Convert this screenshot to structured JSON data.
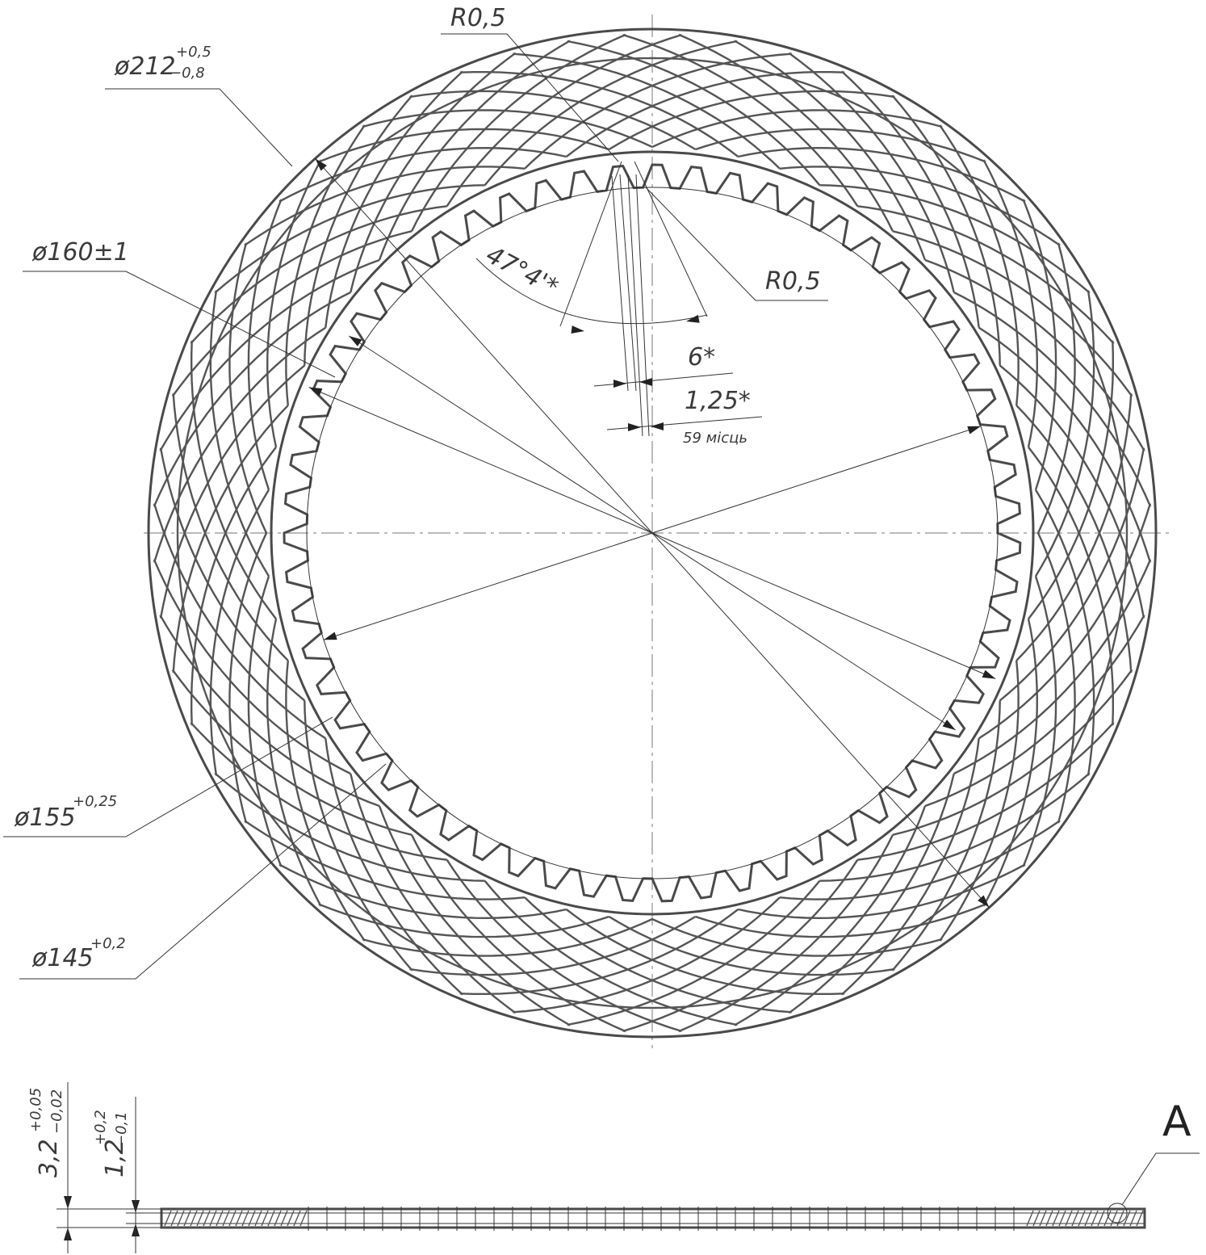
{
  "drawing": {
    "spline_count": 59,
    "dimensions": {
      "radius_top": "R0,5",
      "radius_right": "R0,5",
      "outer_diameter": {
        "base": "ø212",
        "upper": "+0,5",
        "lower": "−0,8"
      },
      "root_diameter": {
        "base": "ø160±1"
      },
      "tip_diameter": {
        "base": "ø155",
        "upper": "+0,25"
      },
      "bore_diameter": {
        "base": "ø145",
        "upper": "+0,2"
      },
      "tooth_angle": "47°4'*",
      "tooth_width": "6*",
      "tooth_gap": "1,25*",
      "tooth_count_note": "59 місць",
      "total_thickness": {
        "base": "3,2",
        "upper": "+0,05",
        "lower": "−0,02"
      },
      "core_thickness": {
        "base": "1,2",
        "upper": "+0,2",
        "lower": "−0,1"
      },
      "detail_label": "A"
    },
    "colors": {
      "line": "#4a4a4a",
      "text": "#3a3a3a"
    }
  }
}
